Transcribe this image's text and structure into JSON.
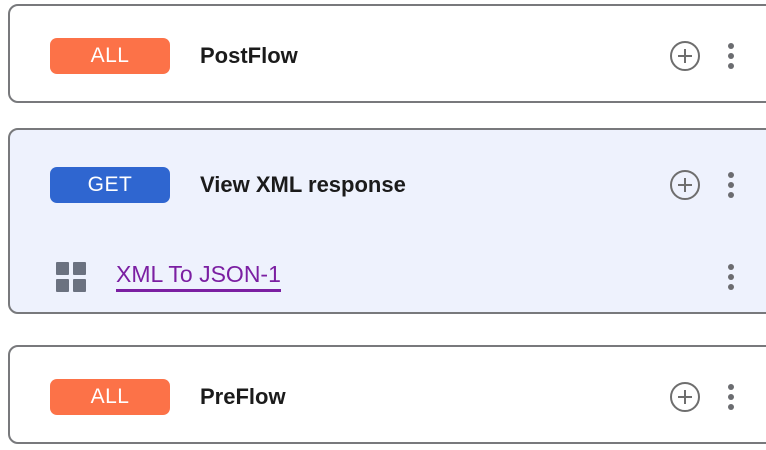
{
  "flows": [
    {
      "id": "postflow",
      "badge": {
        "label": "ALL",
        "color": "#fc7248",
        "kind": "all"
      },
      "title": "PostFlow",
      "selected": false,
      "actions": {
        "add": "add-step",
        "menu": "more-options"
      },
      "policies": []
    },
    {
      "id": "view-xml-response",
      "badge": {
        "label": "GET",
        "color": "#2f66d0",
        "kind": "get"
      },
      "title": "View XML response",
      "selected": true,
      "actions": {
        "add": "add-step",
        "menu": "more-options"
      },
      "policies": [
        {
          "id": "xml-to-json-1",
          "name": "XML To JSON-1",
          "icon": "grid-icon",
          "color": "#7b1fa2",
          "menu": "more-options"
        }
      ]
    },
    {
      "id": "preflow",
      "badge": {
        "label": "ALL",
        "color": "#fc7248",
        "kind": "all"
      },
      "title": "PreFlow",
      "selected": false,
      "actions": {
        "add": "add-step",
        "menu": "more-options"
      },
      "policies": []
    }
  ],
  "theme": {
    "card_border": "#78797c",
    "card_bg": "#ffffff",
    "card_selected_bg": "#eef2fd",
    "title_color": "#1b1b1b",
    "icon_gray": "#6e6e6e",
    "grid_icon_gray": "#6b7280",
    "link_purple": "#7b1fa2",
    "badge_orange": "#fc7248",
    "badge_blue": "#2f66d0"
  }
}
